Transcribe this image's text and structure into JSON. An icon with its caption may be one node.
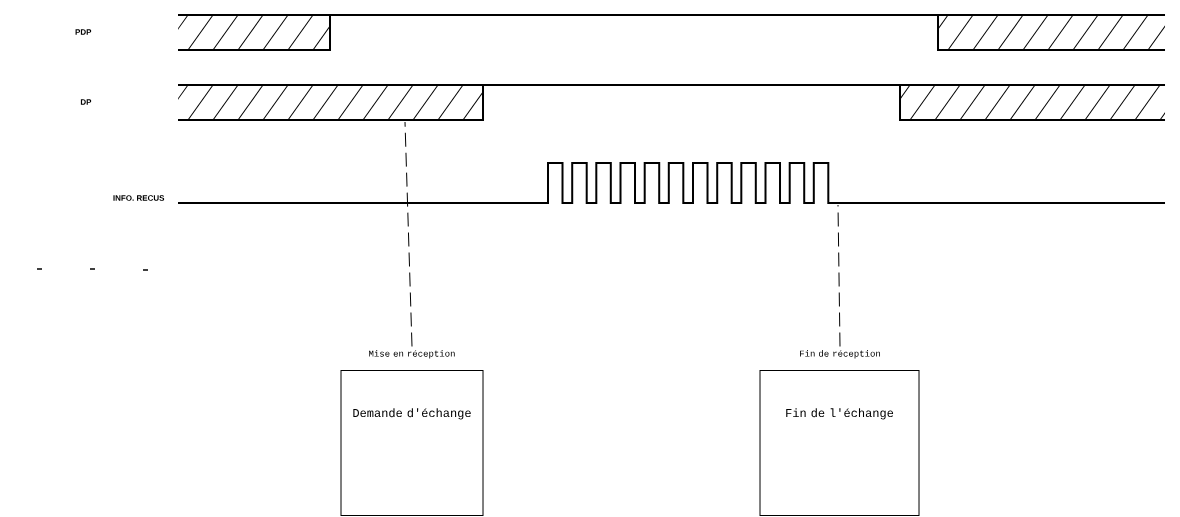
{
  "diagram": {
    "nodes": [
      {
        "text": [
          "Mise en réception",
          "Demande d'échange"
        ]
      },
      {
        "text": [
          "Fin de réception",
          "Fin de l'échange"
        ]
      }
    ],
    "edges": [
      {
        "from": 0,
        "to": null,
        "arrow": "none",
        "style": "dashed"
      },
      {
        "from": 1,
        "to": null,
        "arrow": "none",
        "style": "dashed"
      }
    ],
    "labels": [
      "PDP",
      "DP",
      "INFO. RECUS"
    ]
  }
}
